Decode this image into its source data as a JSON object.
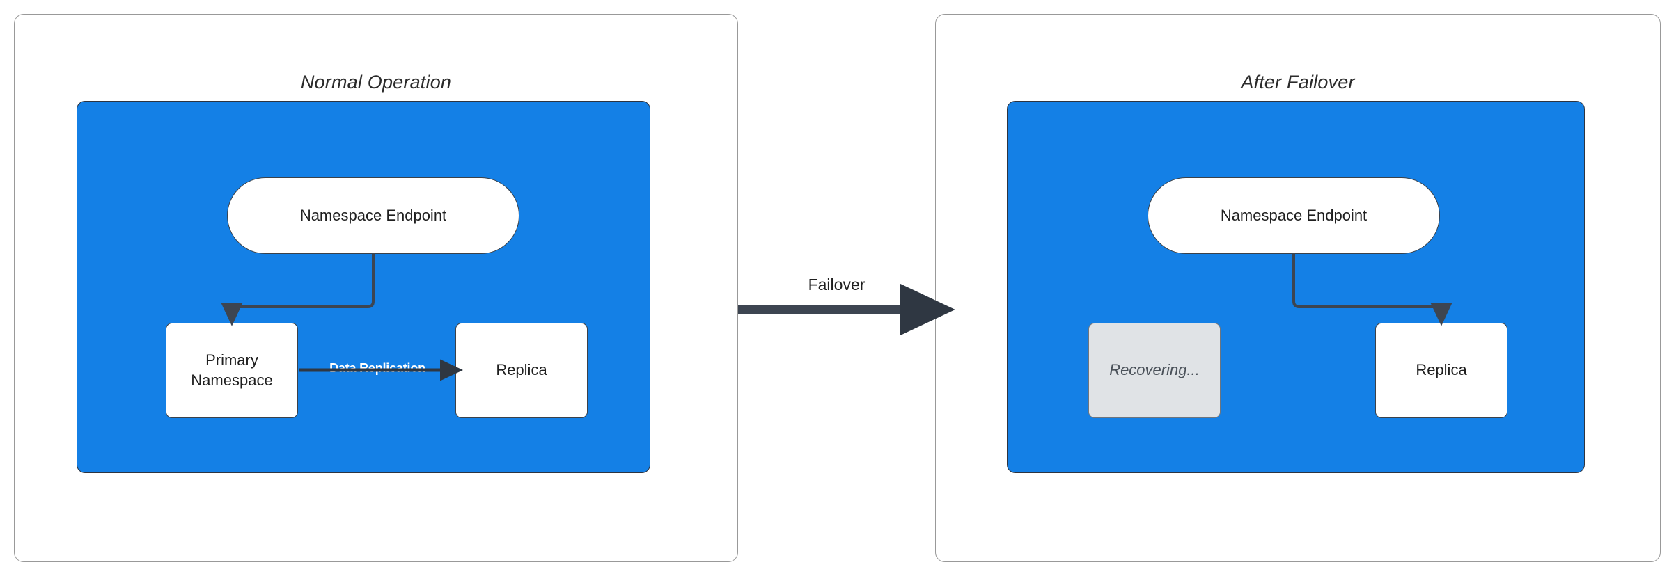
{
  "diagram": {
    "title_left": "Normal Operation",
    "title_right": "After Failover",
    "transition_label": "Failover",
    "colors": {
      "region_fill": "#1480e6",
      "node_fill": "#ffffff",
      "node_stroke": "#3b4149",
      "recovering_fill": "#e0e3e6",
      "recovering_text": "#4a5159",
      "arrow": "#3d4551",
      "panel_border": "#999999",
      "replication_label": "#ffffff"
    },
    "panels": [
      {
        "id": "normal-operation",
        "title": "Normal Operation",
        "nodes": [
          {
            "id": "endpoint-left",
            "label": "Namespace Endpoint",
            "shape": "pill",
            "state": "active"
          },
          {
            "id": "primary",
            "label": "Primary\nNamespace",
            "line1": "Primary",
            "line2": "Namespace",
            "shape": "box",
            "state": "active"
          },
          {
            "id": "replica-left",
            "label": "Replica",
            "shape": "box",
            "state": "active"
          }
        ],
        "edges": [
          {
            "from": "endpoint-left",
            "to": "primary",
            "label": "",
            "style": "elbow-arrow"
          },
          {
            "from": "primary",
            "to": "replica-left",
            "label": "Data Replication",
            "style": "straight-arrow"
          }
        ]
      },
      {
        "id": "after-failover",
        "title": "After Failover",
        "nodes": [
          {
            "id": "endpoint-right",
            "label": "Namespace Endpoint",
            "shape": "pill",
            "state": "active"
          },
          {
            "id": "recovering",
            "label": "Recovering...",
            "shape": "box",
            "state": "recovering"
          },
          {
            "id": "replica-right",
            "label": "Replica",
            "shape": "box",
            "state": "active"
          }
        ],
        "edges": [
          {
            "from": "endpoint-right",
            "to": "replica-right",
            "label": "",
            "style": "elbow-arrow"
          }
        ]
      }
    ]
  }
}
